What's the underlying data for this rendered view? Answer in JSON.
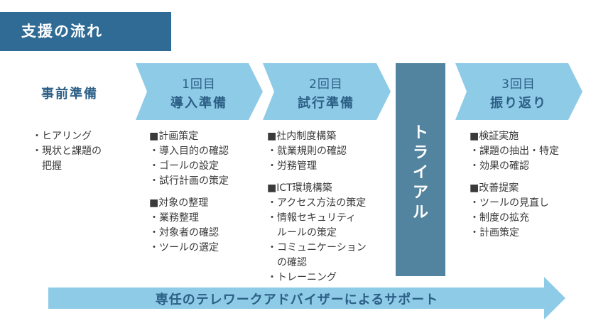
{
  "title": "支援の流れ",
  "steps": {
    "prep": {
      "name": "事前準備"
    },
    "step1": {
      "num": "1回目",
      "name": "導入準備"
    },
    "step2": {
      "num": "2回目",
      "name": "試行準備"
    },
    "step3": {
      "num": "3回目",
      "name": "振り返り"
    }
  },
  "trial": {
    "chars": [
      "ト",
      "ラ",
      "イ",
      "ア",
      "ル"
    ]
  },
  "columns": {
    "prep": [
      "・ヒアリング",
      "・現状と課題の",
      "　把握"
    ],
    "step1": {
      "a": [
        "■計画策定",
        "・導入目的の確認",
        "・ゴールの設定",
        "・試行計画の策定"
      ],
      "b": [
        "■対象の整理",
        "・業務整理",
        "・対象者の確認",
        "・ツールの選定"
      ]
    },
    "step2": {
      "a": [
        "■社内制度構築",
        "・就業規則の確認",
        "・労務管理"
      ],
      "b": [
        "■ICT環境構築",
        "・アクセス方法の策定",
        "・情報セキュリティ",
        "　ルールの策定",
        "・コミュニケーション",
        "　の確認",
        "・トレーニング"
      ]
    },
    "step3": {
      "a": [
        "■検証実施",
        "・課題の抽出・特定",
        "・効果の確認"
      ],
      "b": [
        "■改善提案",
        "・ツールの見直し",
        "・制度の拡充",
        "・計画策定"
      ]
    }
  },
  "support_bar": "専任のテレワークアドバイザーによるサポート",
  "colors": {
    "title_bg": "#2f6b94",
    "step_fill": "#8ecbe7",
    "trial_bg": "#52849f",
    "support_fill": "#8ecbe7",
    "label_text": "#2c5f86"
  }
}
